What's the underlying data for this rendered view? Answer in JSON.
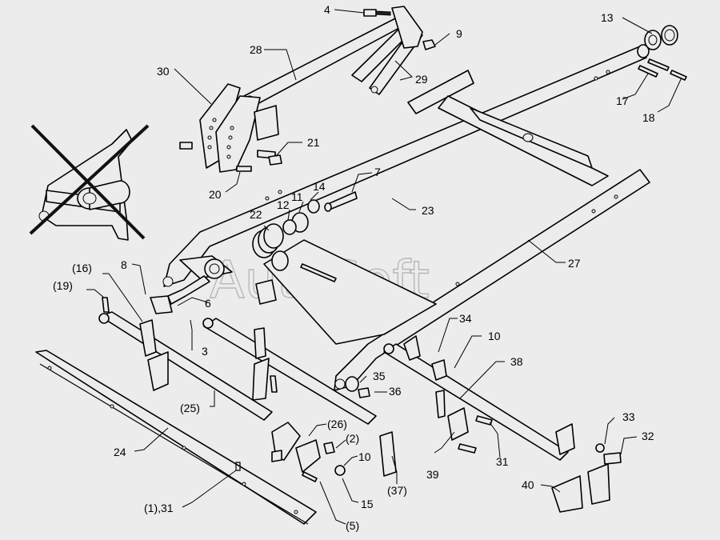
{
  "watermark": "AutoSoft",
  "colors": {
    "background": "#ececec",
    "line": "#000000",
    "watermark": "#b8b8b8",
    "cross": "#111111"
  },
  "labels": {
    "p4": "4",
    "p9": "9",
    "p13": "13",
    "p17": "17",
    "p18": "18",
    "p28": "28",
    "p29": "29",
    "p30": "30",
    "p21": "21",
    "p20": "20",
    "p7": "7",
    "p14": "14",
    "p11": "11",
    "p12": "12",
    "p22": "22",
    "p23": "23",
    "p27": "27",
    "p16": "(16)",
    "p19": "(19)",
    "p8": "8",
    "p6": "6",
    "p3": "3",
    "p25": "(25)",
    "p24": "24",
    "p26": "(26)",
    "p2": "(2)",
    "p10a": "10",
    "p15": "15",
    "p5": "(5)",
    "p1_31": "(1),31",
    "p37": "(37)",
    "p35": "35",
    "p36": "36",
    "p34": "34",
    "p10b": "10",
    "p38": "38",
    "p33": "33",
    "p32": "32",
    "p31": "31",
    "p39": "39",
    "p40": "40"
  }
}
